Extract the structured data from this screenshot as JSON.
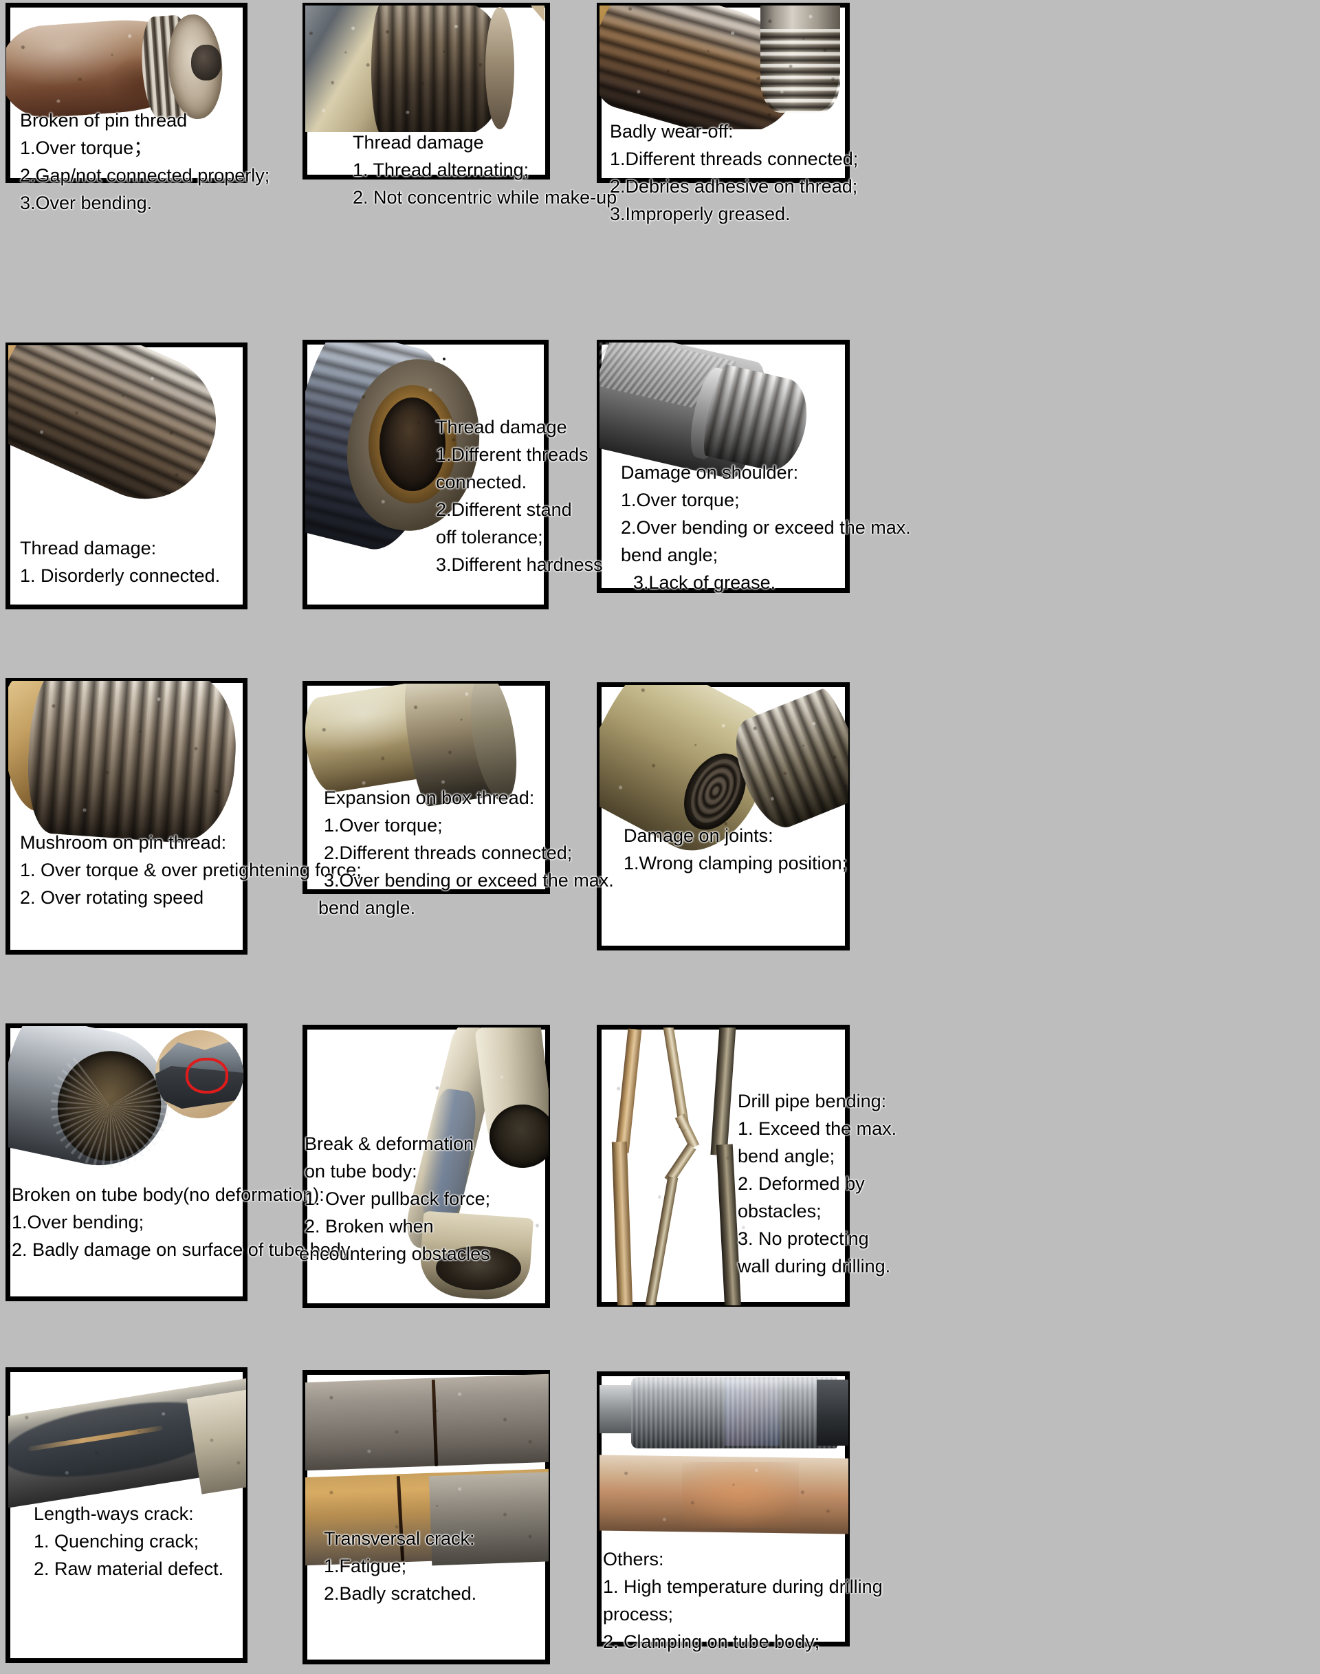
{
  "page": {
    "background_color": "#bdbdbd",
    "panel_border_color": "#000000",
    "panel_background": "#ffffff",
    "annotation_color": "#e01b1b",
    "columns": 3,
    "rows": 5
  },
  "panels": [
    {
      "id": "broken-pin-thread",
      "image_alt": "rusty drill pipe pin end with broken thread and dark bore hole",
      "caption": {
        "title": "Broken of pin thread",
        "items": [
          "1.Over torque；",
          "2.Gap/not connected properly;",
          "3.Over bending."
        ]
      }
    },
    {
      "id": "thread-damage-alternating",
      "image_alt": "close-up of damaged external pipe thread with debris",
      "caption": {
        "title": "Thread damage",
        "items": [
          "1. Thread alternating;",
          "2. Not concentric while make-up"
        ]
      }
    },
    {
      "id": "badly-wear-off",
      "image_alt": "two worn pin threads, heavily abraded",
      "caption": {
        "title": "Badly wear-off:",
        "items": [
          "1.Different threads connected;",
          "2.Debries adhesive on thread;",
          "3.Improperly greased."
        ]
      }
    },
    {
      "id": "thread-damage-disorderly",
      "image_alt": "pin thread with disorderly deformed thread crests",
      "caption": {
        "title": "Thread damage:",
        "items": [
          "1. Disorderly connected."
        ]
      }
    },
    {
      "id": "thread-damage-different-threads",
      "image_alt": "box end of drill pipe with torn thread and metal burrs",
      "caption": {
        "title": "Thread damage",
        "items": [
          "1.Different threads",
          "connected.",
          "2.Different stand",
          "off tolerance;",
          "3.Different hardness"
        ]
      }
    },
    {
      "id": "damage-on-shoulder",
      "image_alt": "black and white photo of pin thread with damaged shoulder",
      "caption": {
        "title": "Damage on shoulder:",
        "items": [
          "1.Over torque;",
          "2.Over bending or exceed the max.",
          "bend angle;",
          "3.Lack of grease."
        ]
      }
    },
    {
      "id": "mushroom-on-pin-thread",
      "image_alt": "pin thread deformed into mushroom shape",
      "caption": {
        "title": "Mushroom on pin thread:",
        "items": [
          "1. Over torque & over pretightening force;",
          "2. Over rotating speed"
        ]
      }
    },
    {
      "id": "expansion-on-box-thread",
      "image_alt": "box end of drill pipe expanded and scaled",
      "caption": {
        "title": "Expansion on box thread:",
        "items": [
          "1.Over torque;",
          "2.Different threads connected;",
          "3.Over bending or exceed the max.",
          "bend angle."
        ]
      }
    },
    {
      "id": "damage-on-joints",
      "image_alt": "two drill pipe joints, box bore and worn pin thread",
      "caption": {
        "title": "Damage on joints:",
        "items": [
          "1.Wrong clamping position;"
        ]
      }
    },
    {
      "id": "broken-on-tube-body",
      "image_alt": "drill pipe tube body torn open with inset close-up of fracture marked with red circle",
      "caption": {
        "title": "Broken on tube body(no deformation):",
        "items": [
          "1.Over bending;",
          "2. Badly damage on surface of tube body."
        ]
      },
      "annotation": "red-circle-marker"
    },
    {
      "id": "break-deformation-tube-body",
      "image_alt": "two broken drill pipe tube sections with flattened deformation",
      "caption": {
        "title": "Break & deformation",
        "items": [
          " on tube body:",
          "1. Over pullback force;",
          "2. Broken when",
          "encountering obstacles"
        ]
      }
    },
    {
      "id": "drill-pipe-bending",
      "image_alt": "three bent drill pipes standing vertically",
      "caption": {
        "title": "Drill pipe bending:",
        "items": [
          "1. Exceed the max.",
          "bend angle;",
          "2. Deformed by",
          "obstacles;",
          "3. No protecting",
          "wall during drilling."
        ]
      }
    },
    {
      "id": "length-ways-crack",
      "image_alt": "drill pipe with long longitudinal crack along the body",
      "caption": {
        "title": "Length-ways crack:",
        "items": [
          "1. Quenching crack;",
          "2. Raw material defect."
        ]
      }
    },
    {
      "id": "transversal-crack",
      "image_alt": "two drill pipe sections each with a transverse crack",
      "caption": {
        "title": "Transversal crack:",
        "items": [
          "1.Fatigue;",
          "2.Badly scratched."
        ]
      }
    },
    {
      "id": "others",
      "image_alt": "drill pipe joint with heat discoloration and clamped tube body",
      "caption": {
        "title": "Others:",
        "items": [
          "1. High temperature during drilling",
          "process;",
          "2. Clamping on tube body;"
        ]
      }
    }
  ]
}
